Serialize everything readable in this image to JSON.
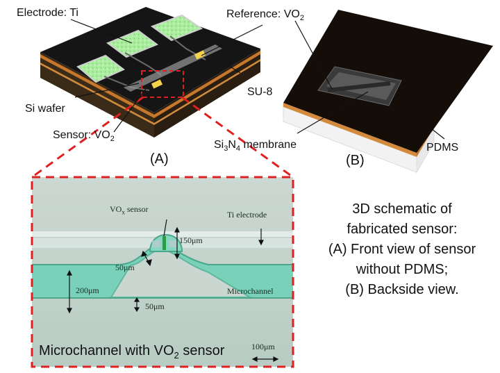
{
  "schematic_a": {
    "electrode_label": "Electrode: Ti",
    "reference_label_prefix": "Reference:  VO",
    "reference_label_sub": "2",
    "si_wafer_label": "Si wafer",
    "su8_label": "SU-8",
    "sensor_label_prefix": "Sensor: VO",
    "sensor_label_sub": "2",
    "panel_label": "(A)"
  },
  "schematic_b": {
    "membrane_prefix": "Si",
    "membrane_sub1": "3",
    "membrane_mid": "N",
    "membrane_sub2": "4",
    "membrane_suffix": "  membrane",
    "pdms_label": "PDMS",
    "panel_label": "(B)"
  },
  "micrograph": {
    "vox_prefix": "VO",
    "vox_sub": "x",
    "vox_suffix": " sensor",
    "ti_electrode": "Ti electrode",
    "dim_150": "150μm",
    "dim_50_upper": "50μm",
    "dim_200": "200μm",
    "dim_50_lower": "50μm",
    "microchannel": "Microchannel",
    "scale_bar": "100μm",
    "caption_prefix": "Microchannel with VO",
    "caption_sub": "2",
    "caption_suffix": " sensor"
  },
  "caption": {
    "line1": "3D schematic of",
    "line2": "fabricated sensor:",
    "line3": "(A) Front view of sensor",
    "line4": "without PDMS;",
    "line5": "(B) Backside view."
  },
  "colors": {
    "chip_top": "#1a1a1a",
    "electrode_pad": "#9ee89a",
    "su8_edge": "#c8782a",
    "highlight_dash": "#e02020",
    "micrograph_bg": "#c9d7d0",
    "channel_teal": "#6ccfb2"
  }
}
